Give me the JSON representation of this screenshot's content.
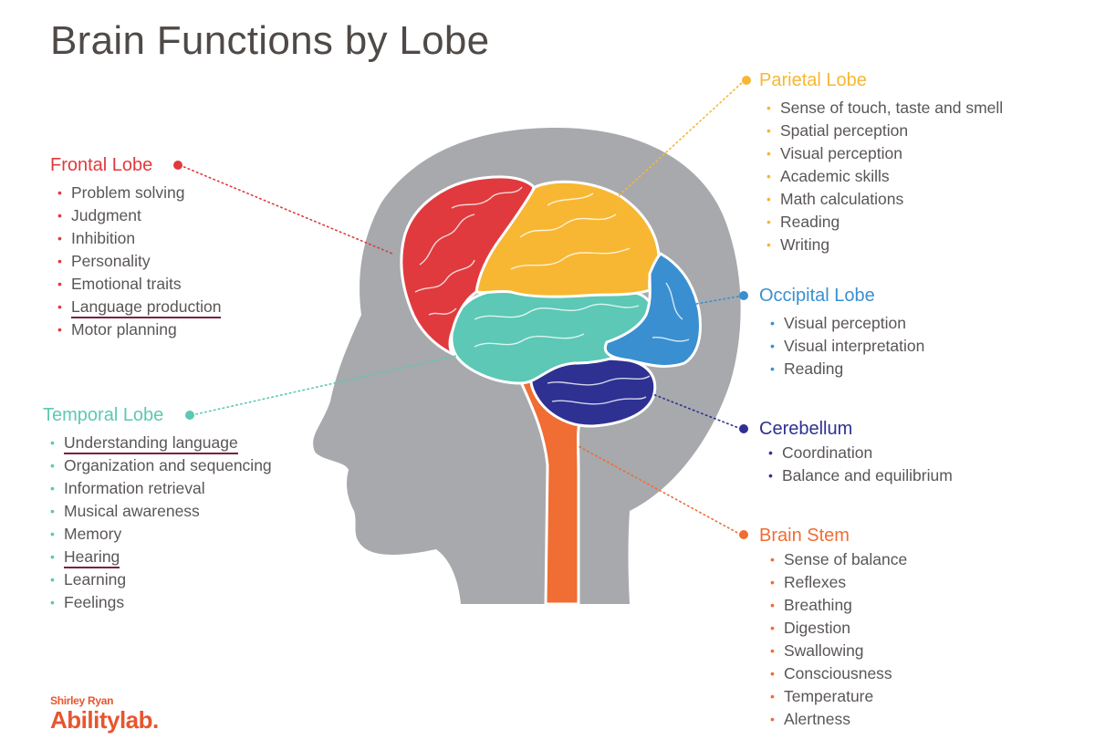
{
  "title": "Brain Functions by Lobe",
  "colors": {
    "frontal": "#e03a3e",
    "parietal": "#f7b733",
    "occipital": "#3a8fd1",
    "temporal": "#5cc8b5",
    "cerebellum": "#2e3192",
    "brainstem": "#f06d33",
    "head": "#a7a9ac",
    "text": "#5a5655",
    "underline": "#7a2143"
  },
  "lobes": {
    "frontal": {
      "name": "Frontal Lobe",
      "items": [
        "Problem solving",
        "Judgment",
        "Inhibition",
        "Personality",
        "Emotional traits",
        "Language production",
        "Motor planning"
      ]
    },
    "temporal": {
      "name": "Temporal Lobe",
      "items": [
        "Understanding language",
        "Organization and sequencing",
        "Information retrieval",
        "Musical awareness",
        "Memory",
        "Hearing",
        "Learning",
        "Feelings"
      ]
    },
    "parietal": {
      "name": "Parietal Lobe",
      "items": [
        "Sense of touch, taste and smell",
        "Spatial perception",
        "Visual perception",
        "Academic skills",
        "Math calculations",
        "Reading",
        "Writing"
      ]
    },
    "occipital": {
      "name": "Occipital Lobe",
      "items": [
        "Visual perception",
        "Visual interpretation",
        "Reading"
      ]
    },
    "cerebellum": {
      "name": "Cerebellum",
      "items": [
        "Coordination",
        "Balance and equilibrium"
      ]
    },
    "brainstem": {
      "name": "Brain Stem",
      "items": [
        "Sense of balance",
        "Reflexes",
        "Breathing",
        "Digestion",
        "Swallowing",
        "Consciousness",
        "Temperature",
        "Alertness"
      ]
    }
  },
  "logo": {
    "line1": "Shirley Ryan",
    "line2": "Abilitylab."
  }
}
